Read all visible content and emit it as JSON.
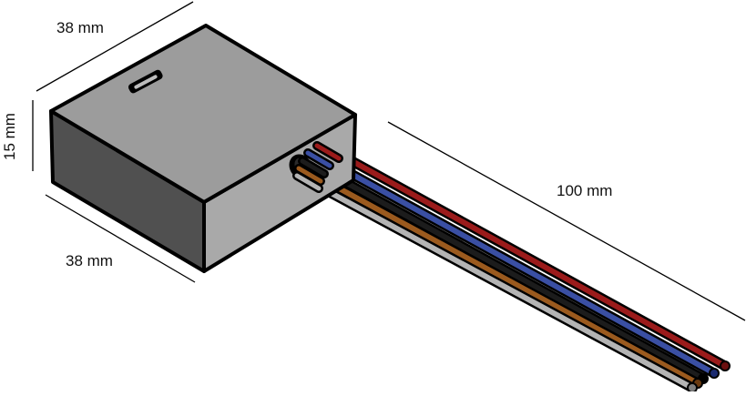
{
  "dimensions": {
    "top_width": "38 mm",
    "height": "15 mm",
    "bottom_depth": "38 mm",
    "cable_length": "100 mm"
  },
  "colors": {
    "box_top": "#9c9c9c",
    "box_left": "#505050",
    "box_right": "#a9a9a9",
    "outline": "#000000",
    "wire_red": "#9b1b1b",
    "wire_blue": "#3a4fa3",
    "wire_black": "#111111",
    "wire_brown": "#9b5a1e",
    "wire_grey": "#b4b4b4"
  },
  "icons": [
    "slot-icon",
    "cable-grommet-icon"
  ]
}
